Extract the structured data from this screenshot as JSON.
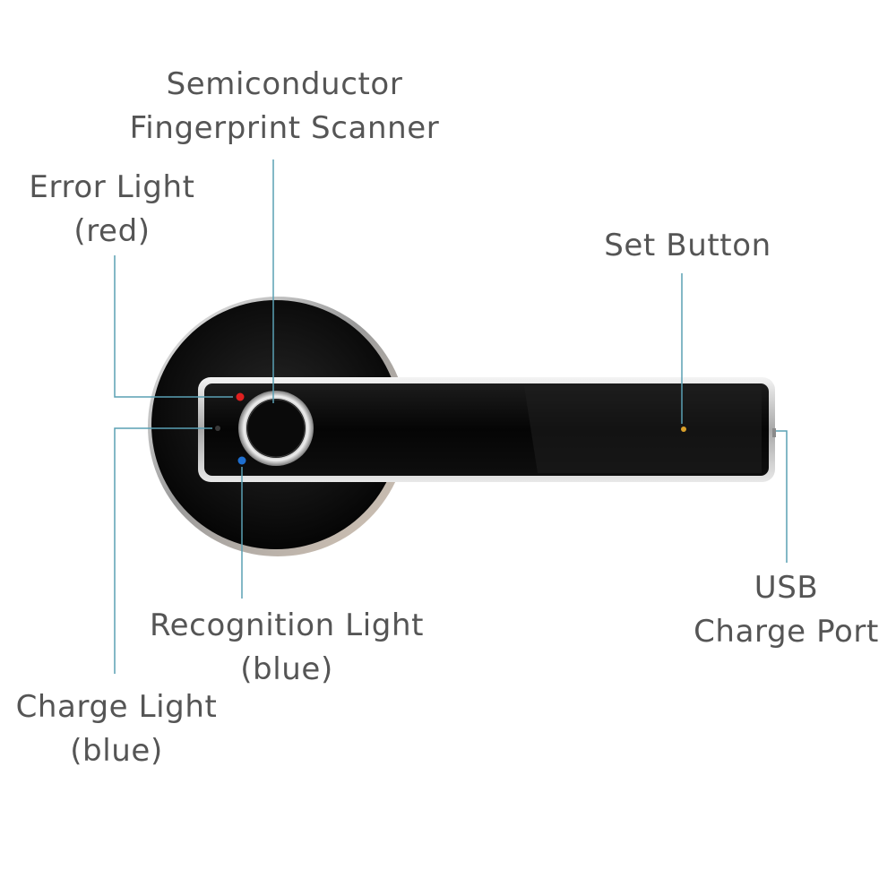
{
  "labels": {
    "scanner": {
      "line1": "Semiconductor",
      "line2": "Fingerprint Scanner"
    },
    "error_light": {
      "line1": "Error Light",
      "line2": "(red)"
    },
    "set_button": {
      "line1": "Set Button"
    },
    "usb_port": {
      "line1": "USB",
      "line2": "Charge Port"
    },
    "recognition_light": {
      "line1": "Recognition Light",
      "line2": "(blue)"
    },
    "charge_light": {
      "line1": "Charge Light",
      "line2": "(blue)"
    }
  },
  "colors": {
    "leader_line": "#5aa0b4",
    "label_text": "#555555",
    "lock_body": "#0c0c0c",
    "chrome": "#c9c9c9",
    "error_led": "#e02020",
    "blue_led": "#1e6fd0",
    "set_led": "#d9a02a"
  }
}
